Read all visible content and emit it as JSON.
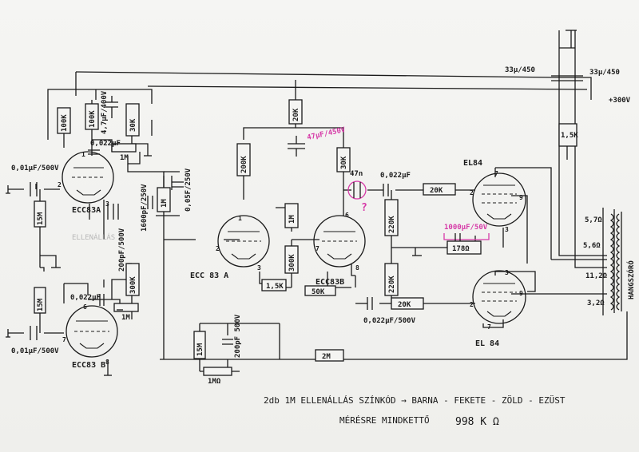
{
  "tubes": {
    "v1": "ECC83A",
    "v2": "ECC83 B",
    "v3": "ECC 83 A",
    "v4": "ECC83B",
    "v5": "EL84",
    "v6": "EL 84"
  },
  "resistors": {
    "r_100k_a": "100K",
    "r_100k_b": "100K",
    "r_30k_top": "30K",
    "r_1m_pot_top": "1M",
    "r_15m_a": "15M",
    "r_15m_b": "15M",
    "r_1m_mid": "1M",
    "r_300k_low": "300K",
    "r_1m_pot_low": "1M",
    "r_20k_top": "20K",
    "r_200k": "200K",
    "r_30k_mid": "30K",
    "r_1m_v3": "1M",
    "r_300k_v3": "300K",
    "r_15k": "1,5K",
    "r_50k": "50K",
    "r_20k_a": "20K",
    "r_220k_a": "220K",
    "r_220k_b": "220K",
    "r_20k_b": "20K",
    "r_178": "178Ω",
    "r_15k_right": "1,5K",
    "r_15m_bot": "15M",
    "r_1m_bot_pot": "1MΩ",
    "r_2m": "2M"
  },
  "capacitors": {
    "c_in_a": "0,01μF/500V",
    "c_in_b": "0,01μF/500V",
    "c_47u_400": "4,7μF/400V",
    "c_0022_a": "0,022μF",
    "c_005": "0,05F/250V",
    "c_1600p": "1600pF/250V",
    "c_200p": "200pF/500V",
    "c_0022_b": "0,022μF",
    "c_47u_450": "47μF/450V",
    "c_47n": "47n",
    "c_0022_c": "0,022μF",
    "c_1000u": "1000μF/50V",
    "c_0022_d": "0,022μF/500V",
    "c_200pf_bot": "200pF 500V",
    "c_33_a": "33μ/450",
    "c_33_b": "33μ/450"
  },
  "supply": {
    "hv": "+300V"
  },
  "transformer": {
    "t1": "5,7Ω",
    "t2": "5,6Ω",
    "t3": "11,2Ω",
    "t4": "3,2Ω",
    "speaker": "HANGSZÓRÓ"
  },
  "marks": {
    "question": "?",
    "pin1": "1",
    "pin2": "2",
    "pin3": "3",
    "pin6": "6",
    "pin7": "7",
    "pin8": "8",
    "pin9": "9"
  },
  "notes": {
    "line1": "2db  1M ELLENÁLLÁS  SZÍNKÓD  → BARNA - FEKETE - ZÖLD - EZÜST",
    "line2_a": "MÉRÉSRE  MINDKETTŐ",
    "line2_b": "998 K Ω"
  },
  "ghost": {
    "text": "ELLENÁLLÁS"
  },
  "colors": {
    "ink": "#1a1a1a",
    "annotation": "#d63aa8",
    "paper": "#f3f3f1"
  }
}
